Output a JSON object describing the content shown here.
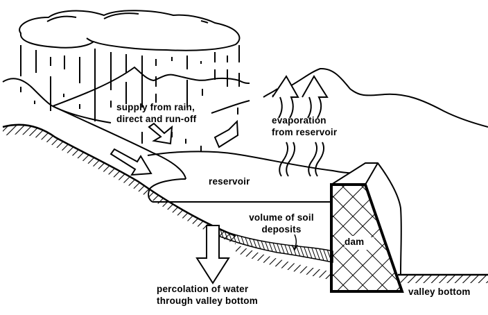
{
  "diagram": {
    "title": "Reservoir water balance",
    "colors": {
      "ink": "#000000",
      "paper": "#ffffff"
    },
    "labels": {
      "supply": [
        "supply from rain,",
        "direct and run-off"
      ],
      "evaporation": [
        "evaporation",
        "from reservoir"
      ],
      "reservoir": "reservoir",
      "soil_deposits": [
        "volume of  soil",
        "deposits"
      ],
      "dam": "dam",
      "percolation": [
        "percolation of water",
        "through valley bottom"
      ],
      "valley_bottom": "valley bottom"
    },
    "elements": [
      "rain-cloud",
      "rain-streaks",
      "background-hills",
      "right-mountain",
      "valley-slope-ground",
      "reservoir-surface",
      "run-off-arrows",
      "evaporation-arrows",
      "soil-deposit-layer",
      "dam-structure",
      "percolation-arrow",
      "valley-bottom-ground"
    ]
  }
}
